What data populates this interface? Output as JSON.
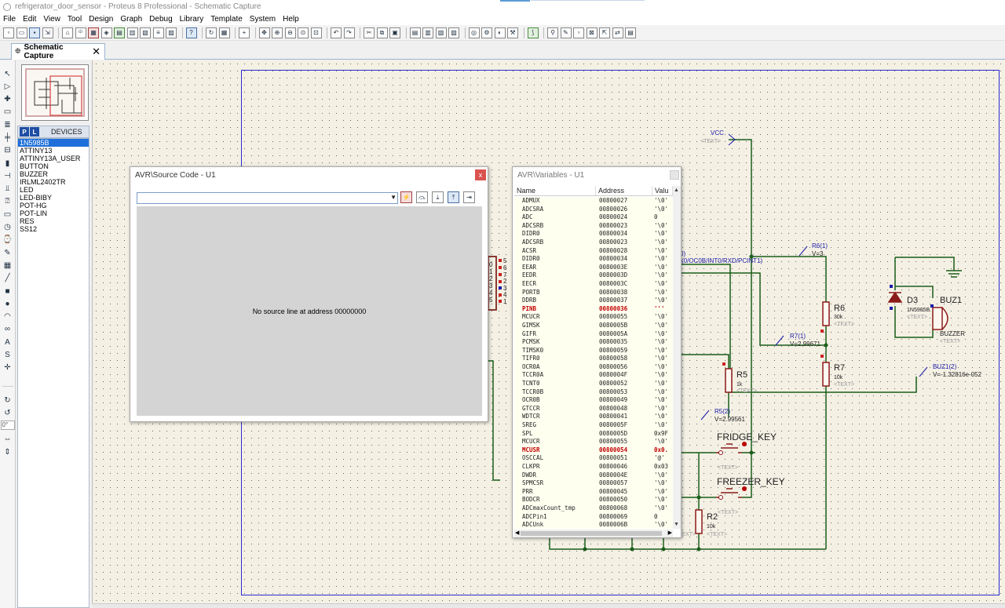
{
  "window": {
    "title": "refrigerator_door_sensor - Proteus 8 Professional - Schematic Capture"
  },
  "menu": [
    "File",
    "Edit",
    "View",
    "Tool",
    "Design",
    "Graph",
    "Debug",
    "Library",
    "Template",
    "System",
    "Help"
  ],
  "tab": {
    "label": "Schematic Capture",
    "close_glyph": "✕",
    "icon_glyph": "⯐"
  },
  "devices": {
    "p_label": "P",
    "l_label": "L",
    "header": "DEVICES",
    "items": [
      "1N5985B",
      "ATTINY13",
      "ATTINY13A_USER",
      "BUTTON",
      "BUZZER",
      "IRLML2402TR",
      "LED",
      "LED-BIBY",
      "POT-HG",
      "POT-LIN",
      "RES",
      "SS12"
    ],
    "selected_index": 0
  },
  "left_tools": {
    "angle_value": "0°"
  },
  "source_window": {
    "title": "AVR\\Source Code - U1",
    "close_glyph": "x",
    "combo_arrow": "▼",
    "message": "No source line at address 00000000"
  },
  "variables_window": {
    "title": "AVR\\Variables - U1",
    "columns": [
      "Name",
      "Address",
      "Valu"
    ],
    "rows": [
      {
        "name": "ADMUX",
        "address": "00800027",
        "value": "'\\0'"
      },
      {
        "name": "ADCSRA",
        "address": "00800026",
        "value": "'\\0'"
      },
      {
        "name": "ADC",
        "address": "00800024",
        "value": "0"
      },
      {
        "name": "ADCSRB",
        "address": "00800023",
        "value": "'\\0'"
      },
      {
        "name": "DIDR0",
        "address": "00800034",
        "value": "'\\0'"
      },
      {
        "name": "ADCSRB",
        "address": "00800023",
        "value": "'\\0'"
      },
      {
        "name": "ACSR",
        "address": "00800028",
        "value": "'\\0'"
      },
      {
        "name": "DIDR0",
        "address": "00800034",
        "value": "'\\0'"
      },
      {
        "name": "EEAR",
        "address": "0080003E",
        "value": "'\\0'"
      },
      {
        "name": "EEDR",
        "address": "0080003D",
        "value": "'\\0'"
      },
      {
        "name": "EECR",
        "address": "0080003C",
        "value": "'\\0'"
      },
      {
        "name": "PORTB",
        "address": "00800038",
        "value": "'\\0'"
      },
      {
        "name": "DDRB",
        "address": "00800037",
        "value": "'\\0'"
      },
      {
        "name": "PINB",
        "address": "00800036",
        "value": "'''",
        "changed": true
      },
      {
        "name": "MCUCR",
        "address": "00800055",
        "value": "'\\0'"
      },
      {
        "name": "GIMSK",
        "address": "0080005B",
        "value": "'\\0'"
      },
      {
        "name": "GIFR",
        "address": "0080005A",
        "value": "'\\0'"
      },
      {
        "name": "PCMSK",
        "address": "00800035",
        "value": "'\\0'"
      },
      {
        "name": "TIMSK0",
        "address": "00800059",
        "value": "'\\0'"
      },
      {
        "name": "TIFR0",
        "address": "00800058",
        "value": "'\\0'"
      },
      {
        "name": "OCR0A",
        "address": "00800056",
        "value": "'\\0'"
      },
      {
        "name": "TCCR0A",
        "address": "0080004F",
        "value": "'\\0'"
      },
      {
        "name": "TCNT0",
        "address": "00800052",
        "value": "'\\0'"
      },
      {
        "name": "TCCR0B",
        "address": "00800053",
        "value": "'\\0'"
      },
      {
        "name": "OCR0B",
        "address": "00800049",
        "value": "'\\0'"
      },
      {
        "name": "GTCCR",
        "address": "00800048",
        "value": "'\\0'"
      },
      {
        "name": "WDTCR",
        "address": "00800041",
        "value": "'\\0'"
      },
      {
        "name": "SREG",
        "address": "0080005F",
        "value": "'\\0'"
      },
      {
        "name": "SPL",
        "address": "0080005D",
        "value": "0x9F"
      },
      {
        "name": "MCUCR",
        "address": "00800055",
        "value": "'\\0'"
      },
      {
        "name": "MCUSR",
        "address": "00800054",
        "value": "0x0.",
        "changed": true
      },
      {
        "name": "OSCCAL",
        "address": "00800051",
        "value": "'@'"
      },
      {
        "name": "CLKPR",
        "address": "00800046",
        "value": "0x03"
      },
      {
        "name": "DWDR",
        "address": "0080004E",
        "value": "'\\0'"
      },
      {
        "name": "SPMCSR",
        "address": "00800057",
        "value": "'\\0'"
      },
      {
        "name": "PRR",
        "address": "00800045",
        "value": "'\\0'"
      },
      {
        "name": "BODCR",
        "address": "00800050",
        "value": "'\\0'"
      },
      {
        "name": "ADCmaxCount_tmp",
        "address": "00800068",
        "value": "'\\0'"
      },
      {
        "name": "ADCPin1",
        "address": "00800069",
        "value": "0"
      },
      {
        "name": "ADCUnk",
        "address": "0080006B",
        "value": "'\\0'"
      }
    ]
  },
  "schematic": {
    "vcc": "VCC",
    "text_placeholder": "<TEXT>",
    "r6": {
      "ref": "R6",
      "value": "30k",
      "probe": "R6(1)",
      "probe_value": "V=3"
    },
    "r7": {
      "ref": "R7",
      "value": "10k",
      "probe": "R7(1)",
      "probe_value": "V=2.99671"
    },
    "r5": {
      "ref": "R5",
      "value": "1k",
      "probe": "R5(2)",
      "probe_value": "V=2.99561"
    },
    "r2": {
      "ref": "R2",
      "value": "10k"
    },
    "d3": {
      "ref": "D3",
      "value": "1N5985B"
    },
    "buz1": {
      "ref": "BUZ1",
      "value": "BUZZER",
      "probe": "BUZ1(2)",
      "probe_value": "V=-1.32816e-052"
    },
    "fridge_key": "FRIDGE_KEY",
    "freezer_key": "FREEZER_KEY",
    "net_label": "(0/OC0B/INT0/RXD/PCINT1)",
    "net_label_prefix": "0)",
    "chip_pins": [
      "5",
      "6",
      "7",
      "2",
      "3",
      "4",
      "1"
    ],
    "chip_pin_left": [
      "0",
      "1",
      "2",
      "3",
      "4",
      "5"
    ]
  },
  "colors": {
    "wire": "#1a5e1a",
    "component": "#8b1a1a",
    "probe": "#1a1aa8",
    "sheet_border": "#2b2bd1",
    "canvas_bg": "#f4f0e4",
    "changed_value": "#c00000",
    "selected_device": "#1e6fd9"
  }
}
